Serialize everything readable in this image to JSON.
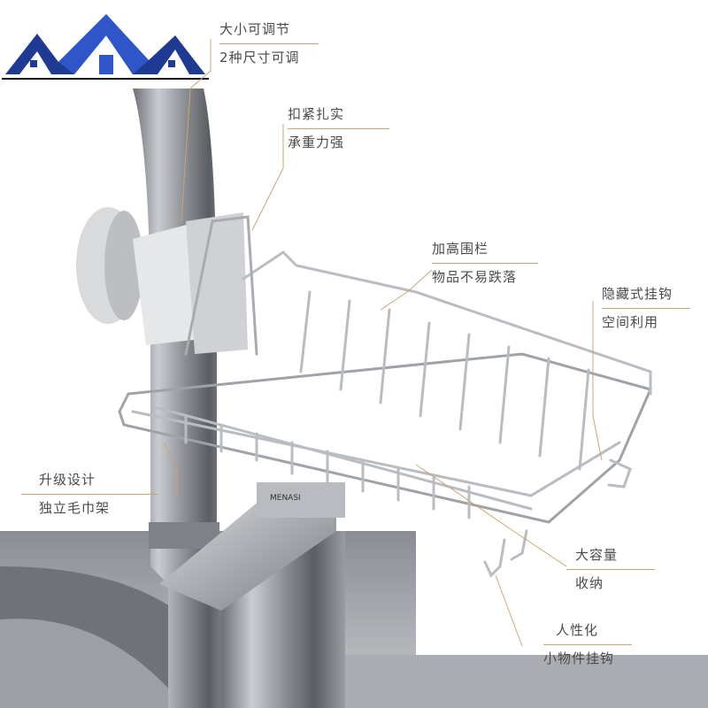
{
  "logo": {
    "colors": {
      "navy": "#1f3a93",
      "blue": "#2f56c8",
      "black": "#101010"
    }
  },
  "callouts": [
    {
      "id": "adjustable",
      "line1": "大小可调节",
      "line2": "2种尺寸可调"
    },
    {
      "id": "tight",
      "line1": "扣紧扎实",
      "line2": "承重力强"
    },
    {
      "id": "fence",
      "line1": "加高围栏",
      "line2": "物品不易跌落"
    },
    {
      "id": "hidden-hook",
      "line1": "隐藏式挂钩",
      "line2": "空间利用"
    },
    {
      "id": "towel",
      "line1": "升级设计",
      "line2": "独立毛巾架"
    },
    {
      "id": "capacity",
      "line1": "大容量",
      "line2": "收纳"
    },
    {
      "id": "humanized",
      "line1": "人性化",
      "line2": "小物件挂钩"
    }
  ],
  "faucet_label": "MENASI",
  "accent_color": "#c9a574"
}
